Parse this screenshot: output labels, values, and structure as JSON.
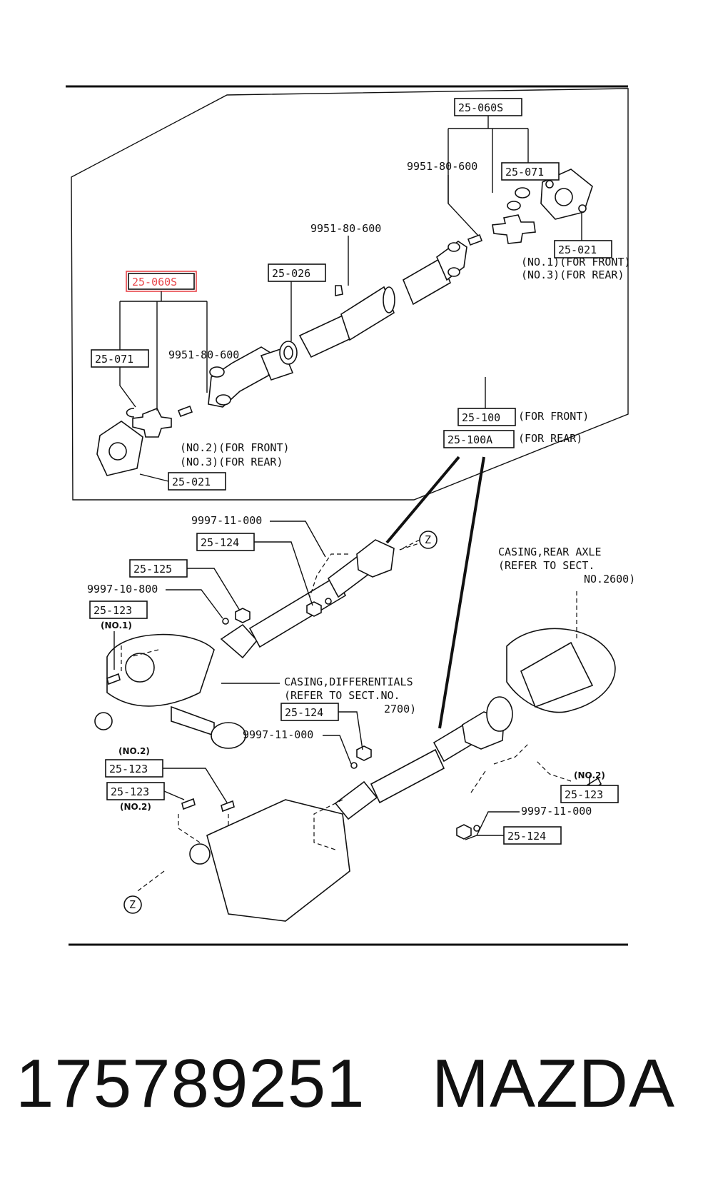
{
  "callouts": {
    "c_25_060s_top": "25-060S",
    "c_25_060s_left": "25-060S",
    "c_25_071_top": "25-071",
    "c_25_071_left": "25-071",
    "c_25_021_top": "25-021",
    "c_25_021_left": "25-021",
    "c_25_026": "25-026",
    "c_25_100": "25-100",
    "c_25_100a": "25-100A",
    "c_25_124_a": "25-124",
    "c_25_125": "25-125",
    "c_25_123_a": "25-123",
    "c_25_124_b": "25-124",
    "c_25_123_b": "25-123",
    "c_25_123_c": "25-123",
    "c_25_123_d": "25-123",
    "c_25_124_c": "25-124"
  },
  "texts": {
    "bolt_9951_top": "9951-80-600",
    "bolt_9951_mid": "9951-80-600",
    "bolt_9951_left": "9951-80-600",
    "no1_front": "(NO.1)(FOR FRONT)",
    "no3_rear_top": "(NO.3)(FOR REAR)",
    "no2_front": "(NO.2)(FOR FRONT)",
    "no3_rear_left": "(NO.3)(FOR REAR)",
    "for_front": "(FOR FRONT)",
    "for_rear": "(FOR REAR)",
    "nut_9997_11_a": "9997-11-000",
    "nut_9997_10": "9997-10-800",
    "no1": "(NO.1)",
    "casing_rear_1": "CASING,REAR AXLE",
    "casing_rear_2": "(REFER TO SECT.",
    "casing_rear_3": "NO.2600)",
    "casing_diff_1": "CASING,DIFFERENTIALS",
    "casing_diff_2": "(REFER TO SECT.NO.",
    "casing_diff_3": "2700)",
    "nut_9997_11_b": "9997-11-000",
    "no2_a": "(NO.2)",
    "no2_b": "(NO.2)",
    "no2_c": "(NO.2)",
    "nut_9997_11_c": "9997-11-000",
    "z_top": "Z",
    "z_bottom": "Z"
  },
  "footer": {
    "part_number": "175789251",
    "brand": "MAZDA"
  },
  "highlight_color": "#e8454a"
}
